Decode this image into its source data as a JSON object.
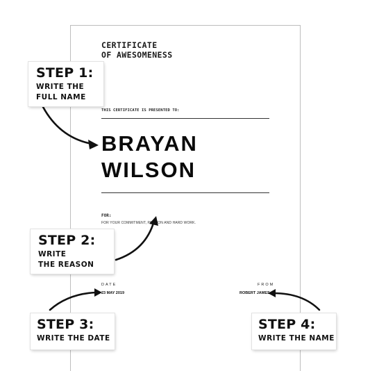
{
  "certificate": {
    "title_line1": "CERTIFICATE",
    "title_line2": "OF AWESOMENESS",
    "presented_label": "THIS CERTIFICATE IS PRESENTED TO:",
    "name_line1": "BRAYAN",
    "name_line2": "WILSON",
    "for_label": "FOR:",
    "reason": "FOR YOUR COMMITMENT, PASSION AND HARD WORK.",
    "date_label": "DATE",
    "date_value": "23 MAY 2019",
    "from_label": "FROM",
    "from_value": "ROBERT JAMES"
  },
  "steps": [
    {
      "title": "STEP 1:",
      "description": "WRITE  THE\nFULL  NAME"
    },
    {
      "title": "STEP 2:",
      "description": "WRITE\nTHE REASON"
    },
    {
      "title": "STEP 3:",
      "description": "WRITE THE DATE"
    },
    {
      "title": "STEP 4:",
      "description": "WRITE THE NAME"
    }
  ],
  "colors": {
    "text": "#111111",
    "border": "#bdbdbd",
    "arrow": "#111111"
  }
}
